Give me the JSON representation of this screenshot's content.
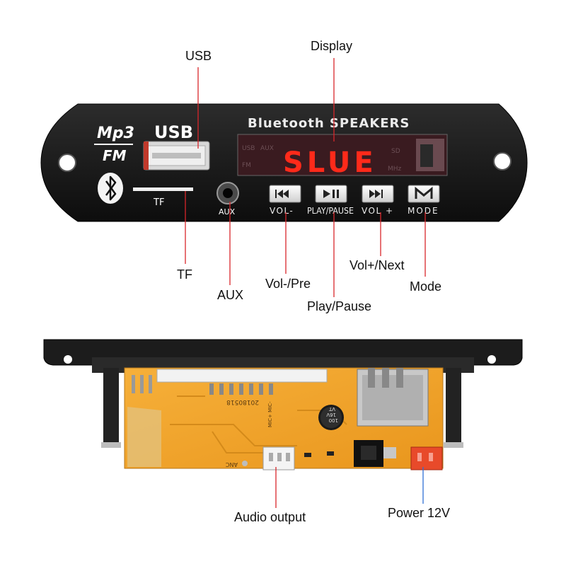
{
  "front_panel": {
    "logo_mp3": "Mp3",
    "logo_fm": "FM",
    "usb_print": "USB",
    "tf_print": "TF",
    "aux_print": "AUX",
    "title": "Bluetooth SPEAKERS",
    "display_text": "SLUE",
    "display_indicators": [
      "USB",
      "AUX",
      "FM",
      "SD",
      "MHz"
    ],
    "buttons": [
      {
        "label": "VOL-"
      },
      {
        "label": "PLAY/PAUSE"
      },
      {
        "label": "VOL +"
      },
      {
        "label": "MODE"
      }
    ]
  },
  "board": {
    "pcb_code": "20180518",
    "cap_text": [
      "100",
      "16V",
      "VT"
    ],
    "mic_text": "MIC+ MIC-",
    "anc_text": "ANC"
  },
  "callouts": {
    "usb": "USB",
    "display": "Display",
    "tf": "TF",
    "aux": "AUX",
    "vol_pre": "Vol-/Pre",
    "play_pause": "Play/Pause",
    "vol_next": "Vol+/Next",
    "mode": "Mode",
    "audio_output": "Audio output",
    "power": "Power 12V"
  },
  "colors": {
    "callout_line_red": "#d8262b",
    "callout_line_blue": "#2f6fd6",
    "panel": "#1a1a1a",
    "pcb": "#f2a52a",
    "display_digits": "#ff2a1a"
  }
}
